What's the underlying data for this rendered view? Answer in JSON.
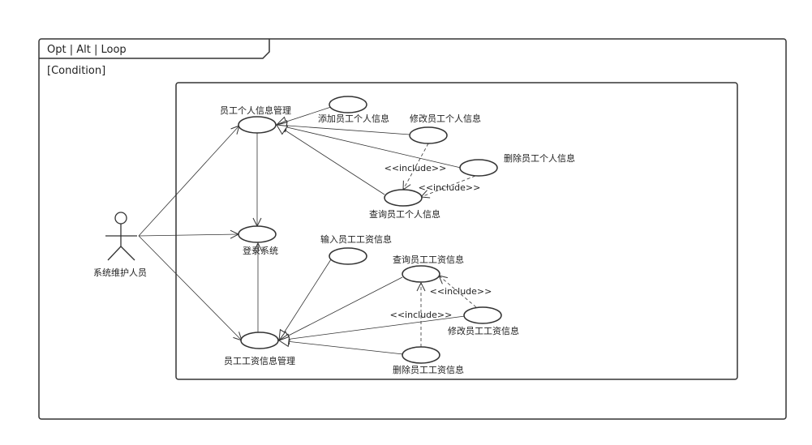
{
  "frame": {
    "label": "Opt | Alt | Loop",
    "condition": "[Condition]"
  },
  "actor": {
    "name": "系统维护人员"
  },
  "use_cases": {
    "personal_mgmt": "员工个人信息管理",
    "add_personal": "添加员工个人信息",
    "edit_personal": "修改员工个人信息",
    "delete_personal": "删除员工个人信息",
    "query_personal": "查询员工个人信息",
    "login": "登录系统",
    "input_salary": "输入员工工资信息",
    "query_salary": "查询员工工资信息",
    "edit_salary": "修改员工工资信息",
    "delete_salary": "删除员工工资信息",
    "salary_mgmt": "员工工资信息管理"
  },
  "relations": {
    "include_label": "<<include>>"
  },
  "colors": {
    "line": "#333333",
    "fill": "#ffffff"
  }
}
